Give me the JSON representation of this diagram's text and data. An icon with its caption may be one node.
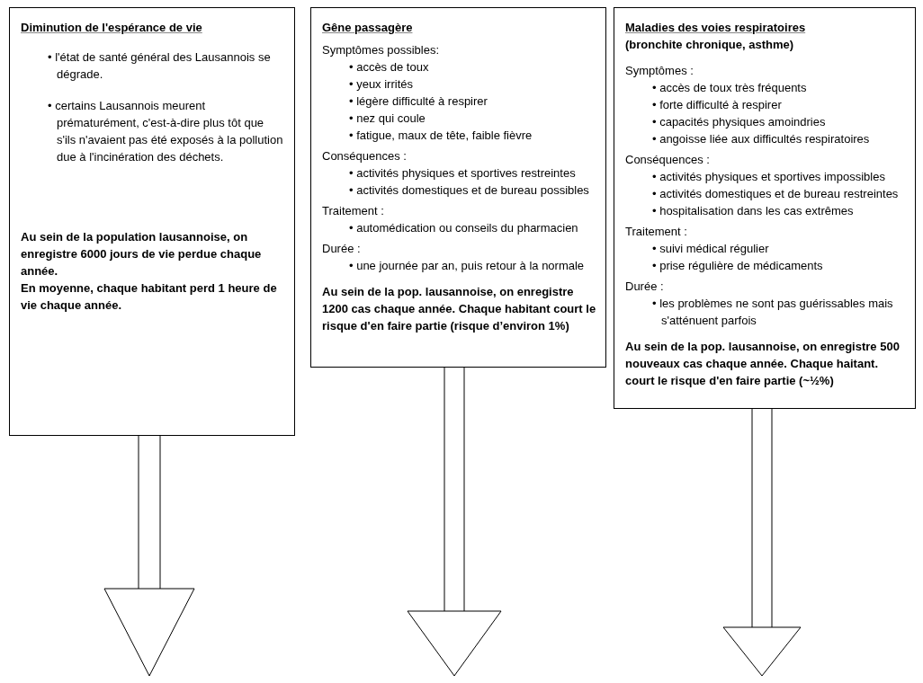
{
  "diagram": {
    "nodes": [
      {
        "text": [
          "Diminution de l'espérance de vie",
          "• l'état de santé général des Lausannois se dégrade.",
          "• certains Lausannois meurent prématurément, c'est-à-dire plus tôt que s'ils n'avaient pas été exposés à la pollution due à l'incinération des déchets.",
          "Au sein de la population lausannoise, on enregistre 6000 jours de vie perdue chaque année.",
          "En moyenne, chaque habitant perd 1 heure de vie chaque année."
        ]
      },
      {
        "text": [
          "Gêne passagère",
          "Symptômes possibles:",
          "• accès de toux",
          "• yeux irrités",
          "• légère difficulté à respirer",
          "• nez qui coule",
          "• fatigue, maux de tête, faible fièvre",
          "Conséquences :",
          "• activités physiques et sportives restreintes",
          "• activités domestiques et de bureau possibles",
          "Traitement :",
          "• automédication ou conseils du pharmacien",
          "Durée :",
          "• une journée par an, puis retour à la normale",
          "Au sein de la pop. lausannoise, on enregistre 1200 cas chaque année. Chaque habitant court le risque d'en faire partie (risque d’environ 1%)"
        ]
      },
      {
        "text": [
          "Maladies des voies respiratoires",
          "(bronchite chronique, asthme)",
          "Symptômes :",
          "• accès de toux très fréquents",
          "• forte difficulté à respirer",
          "• capacités physiques amoindries",
          "• angoisse liée aux difficultés respiratoires",
          "Conséquences :",
          "• activités physiques et sportives impossibles",
          "• activités domestiques et de bureau restreintes",
          "• hospitalisation dans les cas extrêmes",
          "Traitement :",
          "• suivi médical régulier",
          "• prise régulière de médicaments",
          "Durée :",
          "• les problèmes ne sont pas guérissables mais s'atténuent parfois",
          "Au sein de la pop. lausannoise, on enregistre 500 nouveaux cas chaque année. Chaque haitant. court le risque d'en faire partie (~½%)"
        ]
      }
    ],
    "edges": [
      {
        "from": 0,
        "to": null,
        "arrow": "to"
      },
      {
        "from": 1,
        "to": null,
        "arrow": "to"
      },
      {
        "from": 2,
        "to": null,
        "arrow": "to"
      }
    ]
  }
}
